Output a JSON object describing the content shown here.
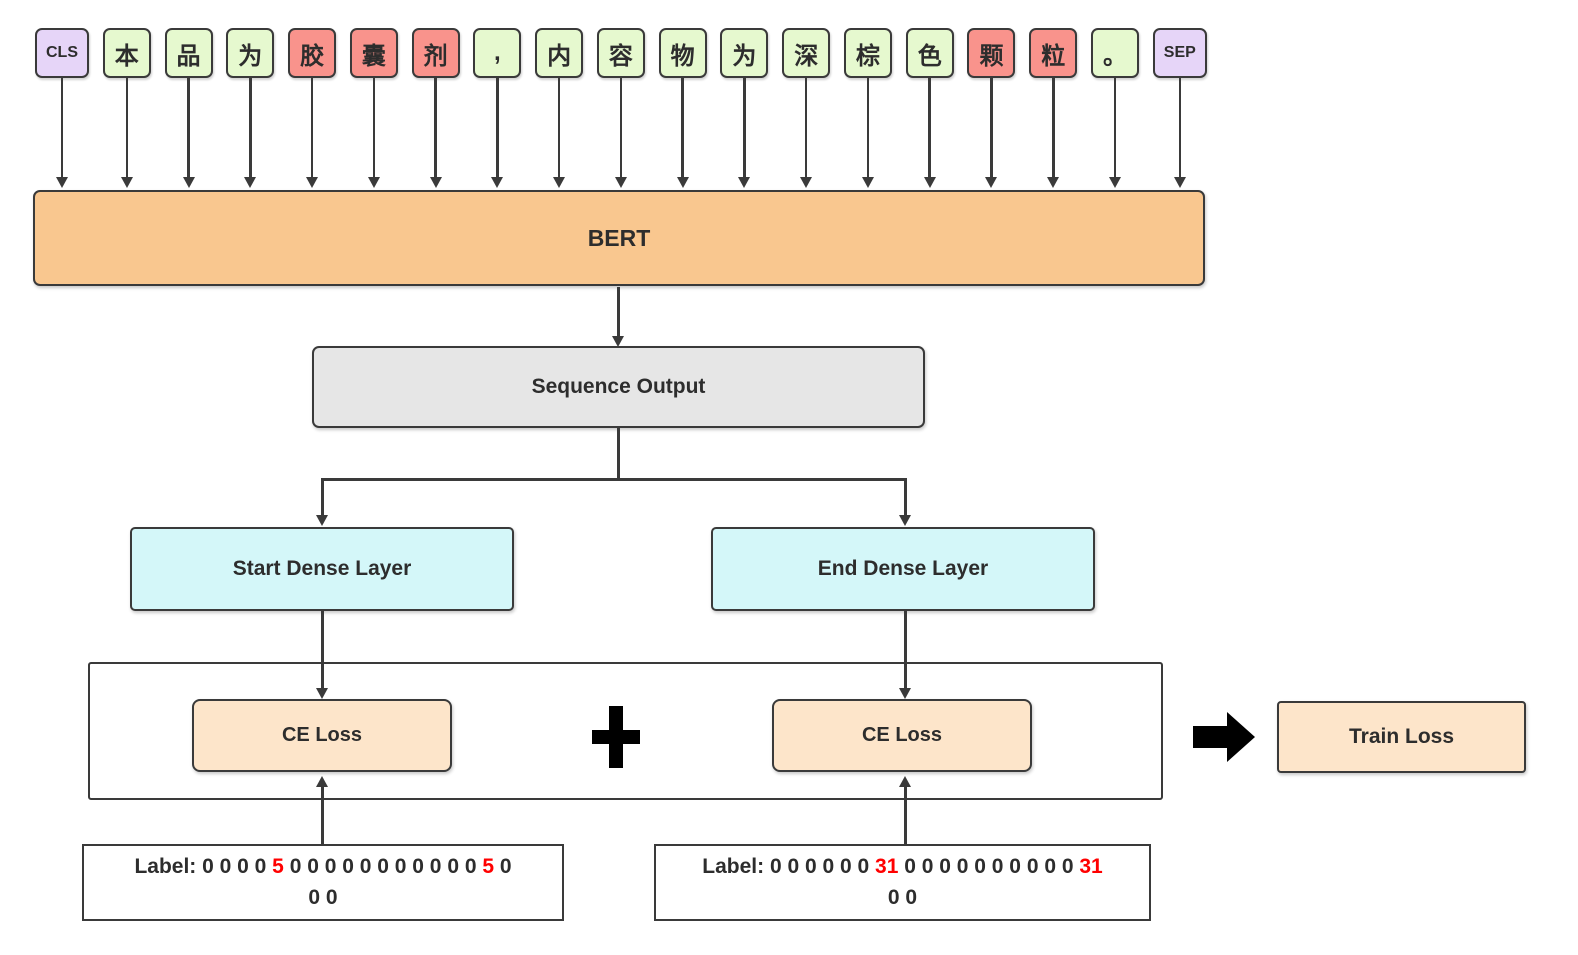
{
  "diagram_title": "BERT span extraction training diagram",
  "colors": {
    "token_normal": "#e6f9cf",
    "token_entity": "#f9938c",
    "token_special": "#e6d5f8",
    "bert": "#f9c78f",
    "sequence_output": "#e6e6e6",
    "dense_layer": "#d4f7f9",
    "loss_box": "#fde5ca",
    "label_highlight": "#ff0000",
    "line": "#3a3a3a"
  },
  "tokens": [
    {
      "text": "CLS",
      "type": "special"
    },
    {
      "text": "本",
      "type": "normal"
    },
    {
      "text": "品",
      "type": "normal"
    },
    {
      "text": "为",
      "type": "normal"
    },
    {
      "text": "胶",
      "type": "entity"
    },
    {
      "text": "囊",
      "type": "entity"
    },
    {
      "text": "剂",
      "type": "entity"
    },
    {
      "text": ",",
      "type": "normal"
    },
    {
      "text": "内",
      "type": "normal"
    },
    {
      "text": "容",
      "type": "normal"
    },
    {
      "text": "物",
      "type": "normal"
    },
    {
      "text": "为",
      "type": "normal"
    },
    {
      "text": "深",
      "type": "normal"
    },
    {
      "text": "棕",
      "type": "normal"
    },
    {
      "text": "色",
      "type": "normal"
    },
    {
      "text": "颗",
      "type": "entity"
    },
    {
      "text": "粒",
      "type": "entity"
    },
    {
      "text": "。",
      "type": "normal"
    },
    {
      "text": "SEP",
      "type": "special"
    }
  ],
  "nodes": {
    "bert": "BERT",
    "sequence_output": "Sequence Output",
    "start_dense": "Start Dense Layer",
    "end_dense": "End Dense Layer",
    "ce_loss_left": "CE Loss",
    "ce_loss_right": "CE Loss",
    "plus": "+",
    "train_loss": "Train Loss"
  },
  "labels": {
    "start": {
      "line1": [
        {
          "t": "Label: 0 0 0 0 ",
          "red": false
        },
        {
          "t": "5",
          "red": true
        },
        {
          "t": " 0 0 0 0 0 0 0 0 0 0 0 ",
          "red": false
        },
        {
          "t": "5",
          "red": true
        },
        {
          "t": " 0",
          "red": false
        }
      ],
      "line2": "0 0"
    },
    "end": {
      "line1": [
        {
          "t": "Label: 0 0 0 0 0 0 ",
          "red": false
        },
        {
          "t": "31",
          "red": true
        },
        {
          "t": " 0 0 0 0 0 0 0 0 0 0 ",
          "red": false
        },
        {
          "t": "31",
          "red": true
        }
      ],
      "line2": "0 0"
    }
  }
}
